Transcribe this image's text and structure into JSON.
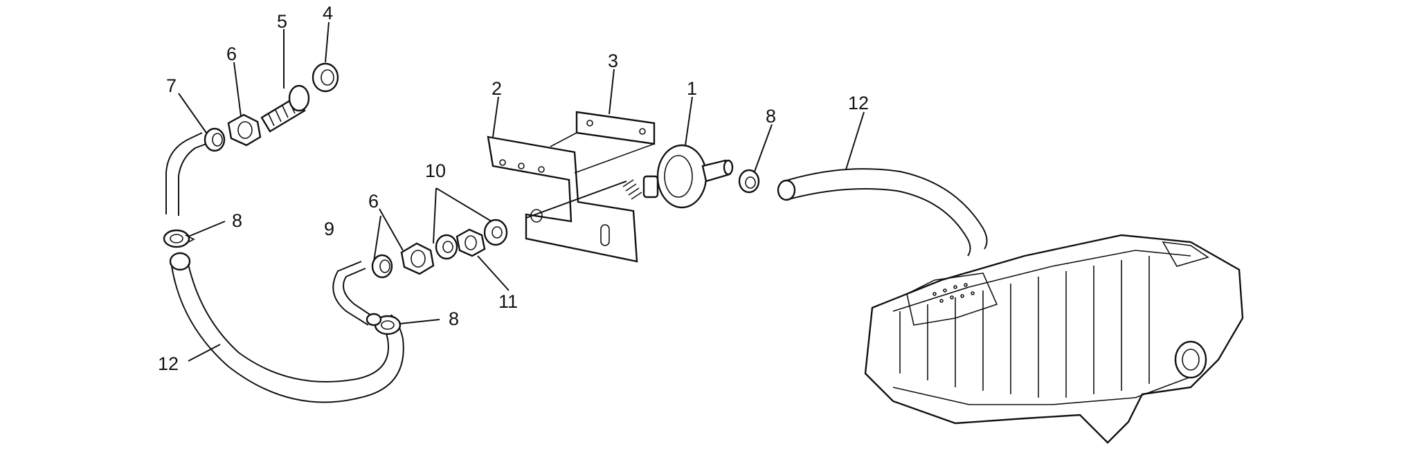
{
  "diagram": {
    "callouts": [
      {
        "id": "c1",
        "text": "1"
      },
      {
        "id": "c2",
        "text": "2"
      },
      {
        "id": "c3",
        "text": "3"
      },
      {
        "id": "c4",
        "text": "4"
      },
      {
        "id": "c5",
        "text": "5"
      },
      {
        "id": "c6a",
        "text": "6"
      },
      {
        "id": "c6b",
        "text": "6"
      },
      {
        "id": "c7",
        "text": "7"
      },
      {
        "id": "c8a",
        "text": "8"
      },
      {
        "id": "c8b",
        "text": "8"
      },
      {
        "id": "c8c",
        "text": "8"
      },
      {
        "id": "c9",
        "text": "9"
      },
      {
        "id": "c10",
        "text": "10"
      },
      {
        "id": "c11",
        "text": "11"
      },
      {
        "id": "c12a",
        "text": "12"
      },
      {
        "id": "c12b",
        "text": "12"
      }
    ]
  }
}
